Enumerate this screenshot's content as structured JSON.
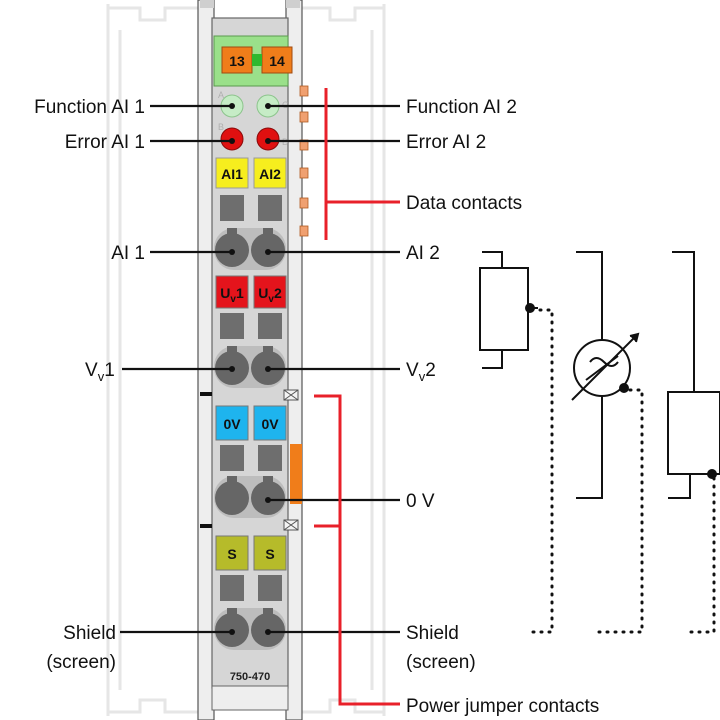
{
  "module": {
    "model": "750-470",
    "top_terminals": [
      "13",
      "14"
    ],
    "led_ghost_letters": [
      "A",
      "C",
      "B",
      "D"
    ],
    "channel_tags": {
      "ai1": "AI1",
      "ai2": "AI2",
      "uv1_main": "U",
      "uv1_sub": "v",
      "uv1_num": "1",
      "uv2_main": "U",
      "uv2_sub": "v",
      "uv2_num": "2",
      "ov1": "0V",
      "ov2": "0V",
      "s1": "S",
      "s2": "S"
    }
  },
  "labels": {
    "function_ai1": "Function AI 1",
    "function_ai2": "Function AI 2",
    "error_ai1": "Error AI 1",
    "error_ai2": "Error AI 2",
    "data_contacts": "Data contacts",
    "ai1": "AI 1",
    "ai2": "AI 2",
    "vv1_main": "V",
    "vv1_sub": "v",
    "vv1_num": "1",
    "vv2_main": "V",
    "vv2_sub": "v",
    "vv2_num": "2",
    "ov": "0 V",
    "shield_left_1": "Shield",
    "shield_left_2": "(screen)",
    "shield_right_1": "Shield",
    "shield_right_2": "(screen)",
    "power_jumper_contacts": "Power jumper contacts"
  },
  "colors": {
    "accent_red": "#e8202a",
    "led_green": "#c6ecc6",
    "led_red": "#e01010",
    "tag_yellow": "#f6ee1e",
    "tag_red": "#e4141c",
    "tag_blue": "#1eb4ee",
    "tag_olive": "#b6bb2a",
    "terminal_orange": "#f07d1a",
    "top_green": "#9ae08a",
    "housing_grey": "#d6d6d6"
  }
}
